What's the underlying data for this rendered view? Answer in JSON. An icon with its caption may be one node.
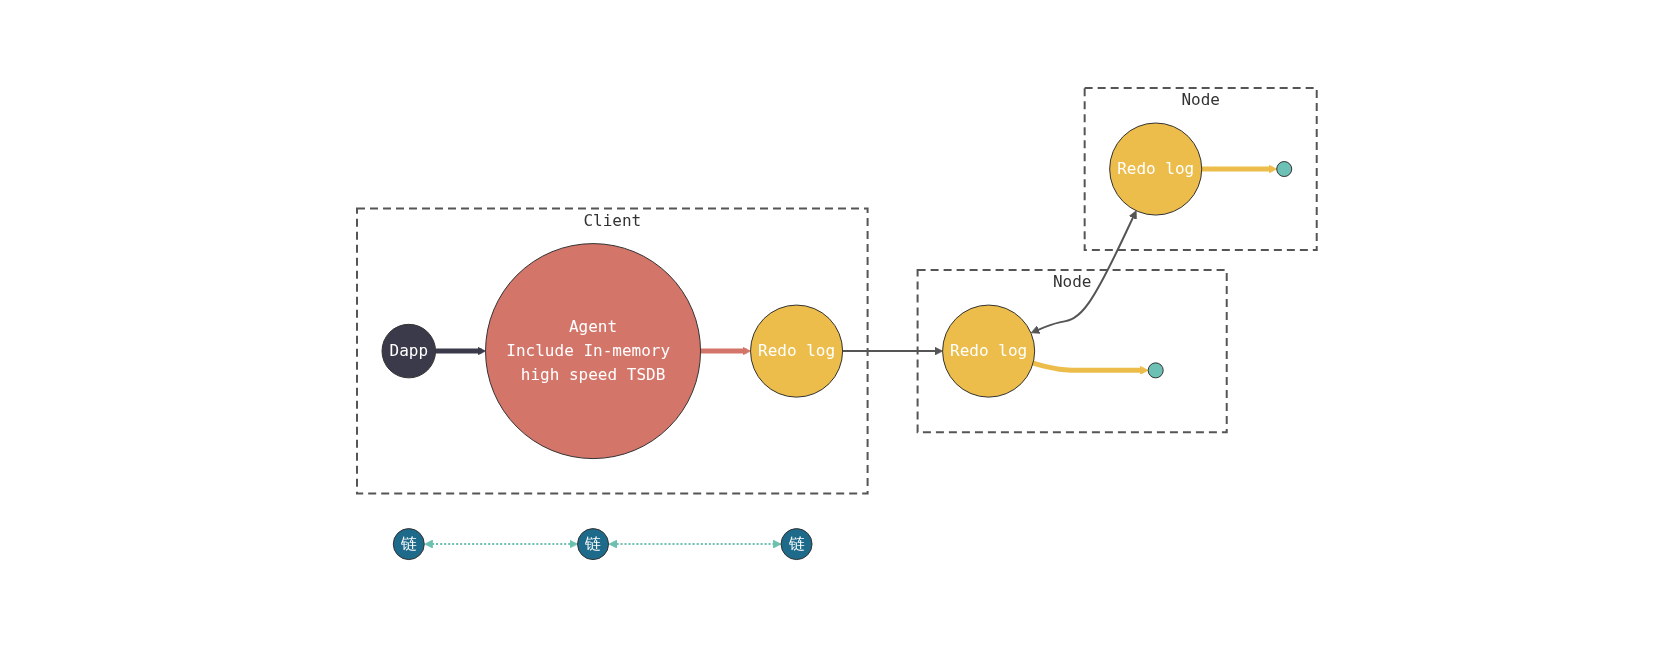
{
  "diagram": {
    "nodes": [
      {
        "text": [
          "Client"
        ]
      },
      {
        "text": [
          "Dapp"
        ],
        "in": 0
      },
      {
        "text": [
          "Agent",
          "Include In-memory high speed TSDB"
        ],
        "in": 0
      },
      {
        "text": [
          "Redo log"
        ],
        "in": 0
      },
      {
        "text": [
          "链"
        ]
      },
      {
        "text": [
          "Node"
        ]
      },
      {
        "text": [],
        "shape": "circle",
        "in": 5
      },
      {
        "text": [
          "Redo log"
        ],
        "in": 5
      },
      {
        "text": [
          "链"
        ]
      },
      {
        "text": [
          "Node"
        ]
      },
      {
        "text": [],
        "shape": "circle",
        "in": 9
      },
      {
        "text": [
          "Redo log"
        ],
        "in": 9
      },
      {
        "text": [
          "链"
        ]
      }
    ],
    "edges": [
      {
        "from": 1,
        "to": 2,
        "arrow": "to",
        "style": "thick",
        "color": "#3b3a4a"
      },
      {
        "from": 2,
        "to": 3,
        "arrow": "to",
        "style": "thick",
        "color": "#d4756a"
      },
      {
        "from": 3,
        "to": 7,
        "arrow": "to"
      },
      {
        "from": 7,
        "to": 11,
        "arrow": "both"
      },
      {
        "from": 7,
        "to": 6,
        "arrow": "to",
        "style": "thick",
        "color": "#ecbd4b"
      },
      {
        "from": 11,
        "to": 10,
        "arrow": "to",
        "style": "thick",
        "color": "#ecbd4b"
      },
      {
        "from": 4,
        "to": 8,
        "arrow": "both",
        "style": "dashed",
        "color": "#6cc0b0"
      },
      {
        "from": 8,
        "to": 12,
        "arrow": "both",
        "style": "dashed",
        "color": "#6cc0b0"
      }
    ]
  }
}
